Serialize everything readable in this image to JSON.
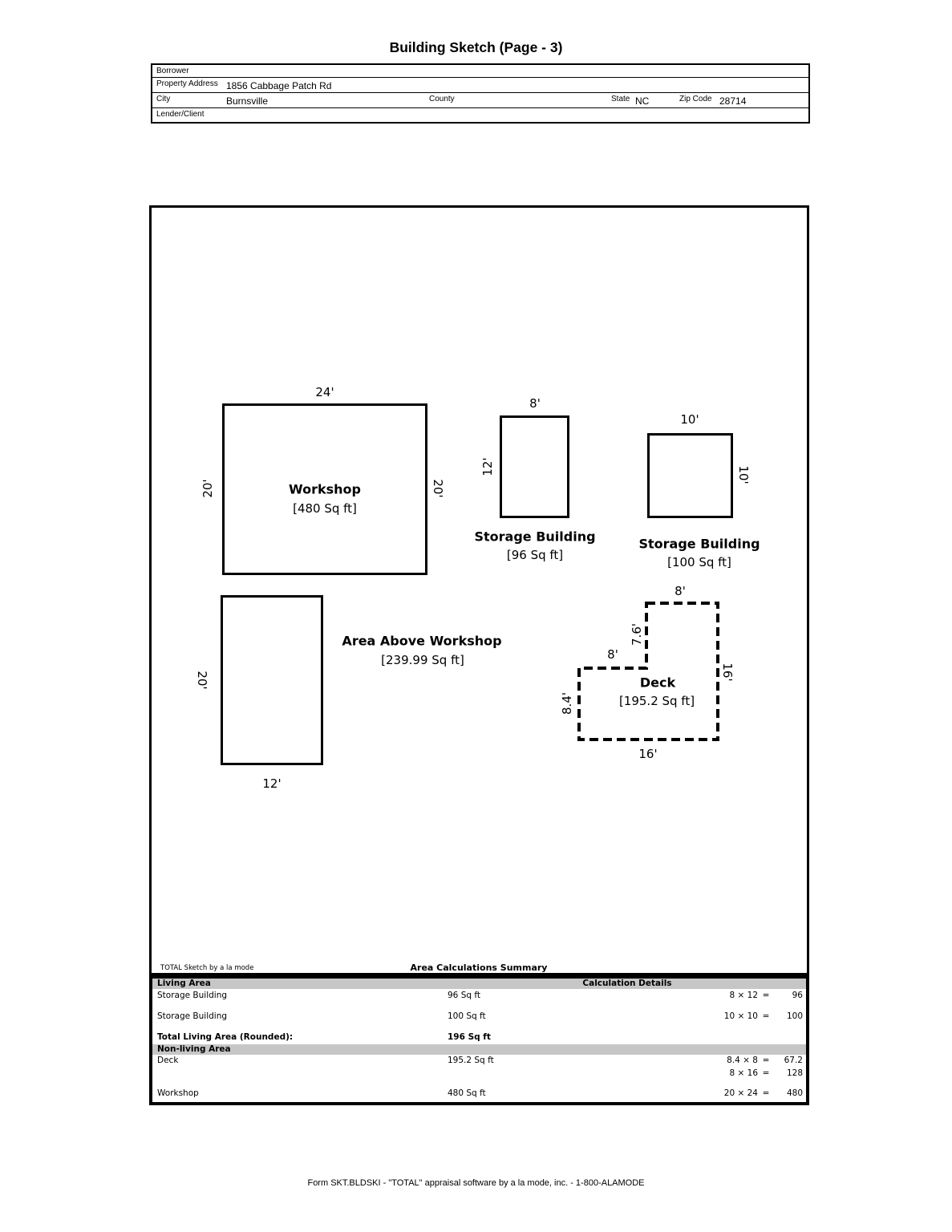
{
  "page_title": "Building Sketch (Page - 3)",
  "header": {
    "borrower_label": "Borrower",
    "property_address_label": "Property Address",
    "property_address_value": "1856 Cabbage Patch Rd",
    "city_label": "City",
    "city_value": "Burnsville",
    "county_label": "County",
    "state_label": "State",
    "state_value": "NC",
    "zip_label": "Zip Code",
    "zip_value": "28714",
    "lender_label": "Lender/Client"
  },
  "sketch": {
    "workshop": {
      "name": "Workshop",
      "area": "[480 Sq ft]",
      "dim_top": "24'",
      "dim_left": "20'",
      "dim_right": "20'"
    },
    "storage_small": {
      "name": "Storage Building",
      "area": "[96 Sq ft]",
      "dim_top": "8'",
      "dim_left": "12'"
    },
    "storage_large": {
      "name": "Storage Building",
      "area": "[100 Sq ft]",
      "dim_top": "10'",
      "dim_right": "10'"
    },
    "area_above_workshop": {
      "name": "Area Above Workshop",
      "area": "[239.99 Sq ft]",
      "dim_left": "20'",
      "dim_bottom": "12'"
    },
    "deck": {
      "name": "Deck",
      "area": "[195.2 Sq ft]",
      "dim_top": "8'",
      "dim_step": "7.6'",
      "dim_inner": "8'",
      "dim_right": "16'",
      "dim_left": "8.4'",
      "dim_bottom": "16'"
    }
  },
  "summary": {
    "branding": "TOTAL Sketch by a la mode",
    "title": "Area Calculations Summary",
    "living_header": "Living Area",
    "calc_header": "Calculation Details",
    "rows_living": [
      {
        "name": "Storage Building",
        "area": "96 Sq ft",
        "calc": [
          {
            "expr": "8 × 12",
            "eq": "=",
            "val": "96"
          }
        ]
      },
      {
        "name": "Storage Building",
        "area": "100 Sq ft",
        "calc": [
          {
            "expr": "10 × 10",
            "eq": "=",
            "val": "100"
          }
        ]
      }
    ],
    "total_label": "Total Living Area (Rounded):",
    "total_value": "196 Sq ft",
    "nonliving_header": "Non-living Area",
    "rows_nonliving": [
      {
        "name": "Deck",
        "area": "195.2 Sq ft",
        "calc": [
          {
            "expr": "8.4 × 8",
            "eq": "=",
            "val": "67.2"
          },
          {
            "expr": "8 × 16",
            "eq": "=",
            "val": "128"
          }
        ]
      },
      {
        "name": "Workshop",
        "area": "480 Sq ft",
        "calc": [
          {
            "expr": "20 × 24",
            "eq": "=",
            "val": "480"
          }
        ]
      }
    ]
  },
  "footer": "Form SKT.BLDSKI - \"TOTAL\" appraisal software by a la mode, inc. - 1-800-ALAMODE",
  "colors": {
    "ink": "#000000",
    "table_header_bg": "#c6c6c6",
    "paper": "#ffffff"
  }
}
